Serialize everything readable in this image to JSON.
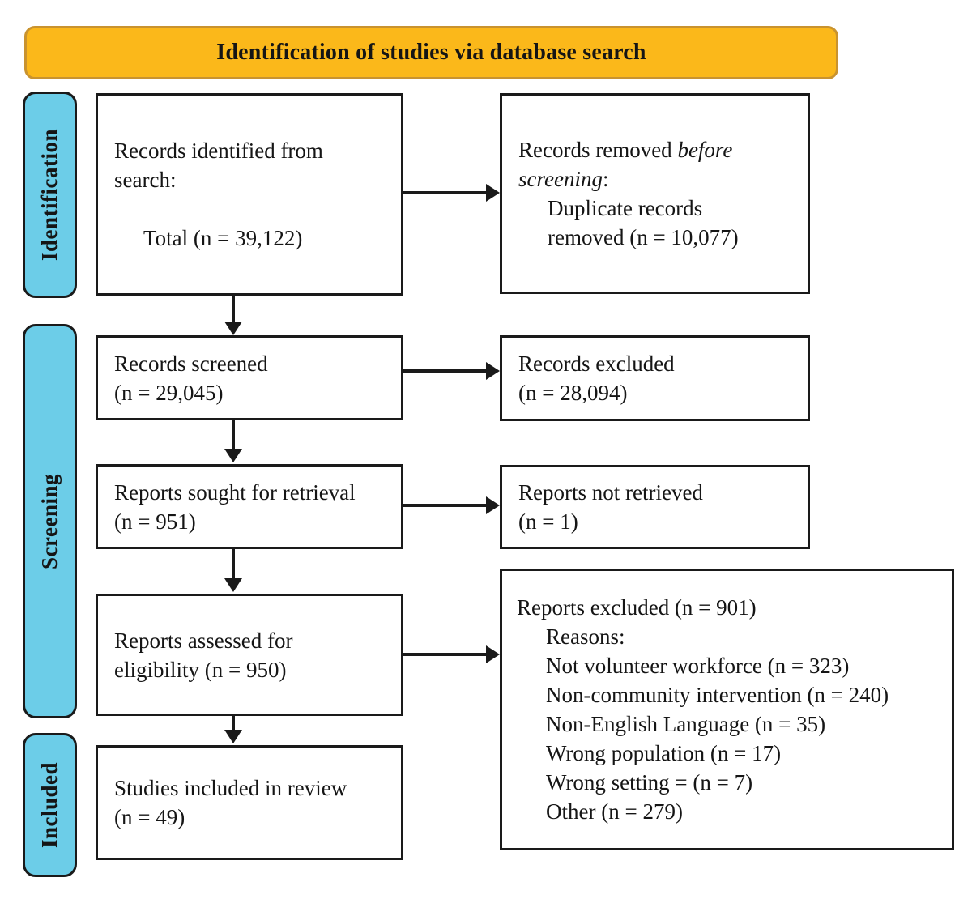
{
  "banner": {
    "title": "Identification of studies via database search"
  },
  "stages": [
    {
      "label": "Identification"
    },
    {
      "label": "Screening"
    },
    {
      "label": "Included"
    }
  ],
  "boxes": {
    "identified": {
      "text": "Records identified from\nsearch:",
      "total": "Total (n = 39,122)"
    },
    "removed": {
      "prefix": "Records removed ",
      "italic": "before\nscreening",
      "suffix": ":",
      "detail": "Duplicate records\nremoved (n = 10,077)"
    },
    "screened": {
      "text": "Records screened\n(n = 29,045)"
    },
    "records_excluded": {
      "text": "Records excluded\n(n = 28,094)"
    },
    "sought": {
      "text": "Reports sought for retrieval\n(n = 951)"
    },
    "not_retrieved": {
      "text": "Reports not retrieved\n(n = 1)"
    },
    "assessed": {
      "text": "Reports assessed for\neligibility (n = 950)"
    },
    "reports_excluded": {
      "title": "Reports excluded (n = 901)",
      "reasons_label": "Reasons:",
      "reasons": [
        "Not volunteer workforce (n = 323)",
        "Non-community intervention (n = 240)",
        "Non-English Language (n = 35)",
        "Wrong population (n = 17)",
        "Wrong setting = (n = 7)",
        "Other (n = 279)"
      ]
    },
    "included": {
      "text": "Studies included in review\n(n = 49)"
    }
  },
  "colors": {
    "banner_fill": "#fbb81a",
    "banner_border": "#c9932f",
    "stage_fill": "#6ccde8",
    "line_color": "#1a1a1a"
  }
}
